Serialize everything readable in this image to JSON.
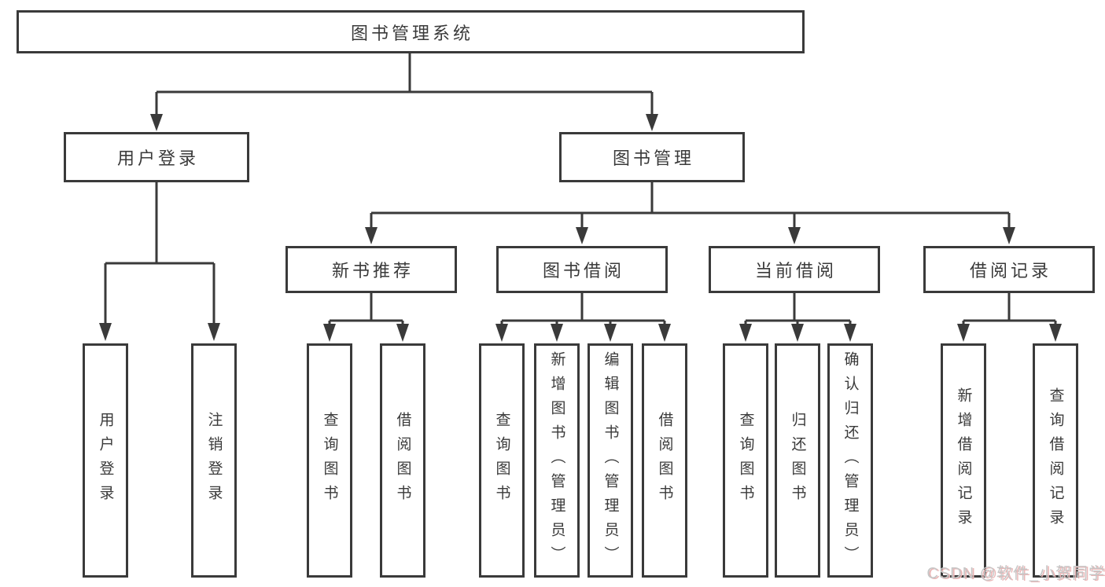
{
  "diagram": {
    "title": "图书管理系统",
    "nodes": {
      "root": "图书管理系统",
      "level2": [
        "用户登录",
        "图书管理"
      ],
      "level3": [
        "新书推荐",
        "图书借阅",
        "当前借阅",
        "借阅记录"
      ],
      "leaves": [
        "用户登录",
        "注销登录",
        "查询图书",
        "借阅图书",
        "查询图书",
        "新增图书（管理员）",
        "编辑图书（管理员）",
        "借阅图书",
        "查询图书",
        "归还图书",
        "确认归还（管理员）",
        "新增借阅记录",
        "查询借阅记录"
      ]
    },
    "watermark": "CSDN @软件_小贺同学",
    "colors": {
      "line": "#3a3a3a",
      "text": "#3a3a3a",
      "background": "#ffffff",
      "watermark_gray": "#c6c6c6",
      "watermark_shadow": "#eab6b6"
    }
  }
}
